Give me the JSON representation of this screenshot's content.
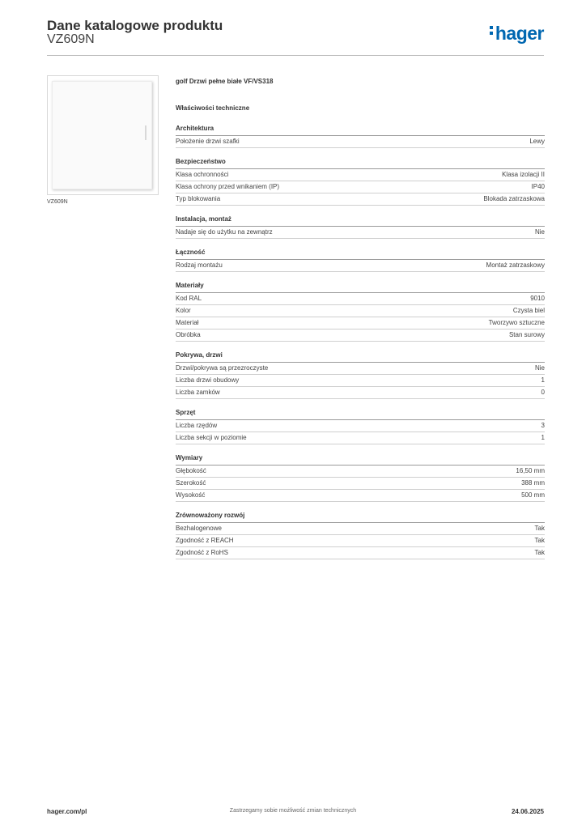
{
  "header": {
    "title": "Dane katalogowe produktu",
    "subtitle": "VZ609N",
    "logo_text": "hager",
    "logo_color": "#0067b1"
  },
  "product_image": {
    "caption": "VZ609N"
  },
  "product": {
    "title": "golf Drzwi pełne białe VF/VS318"
  },
  "properties_title": "Właściwości techniczne",
  "sections": [
    {
      "title": "Architektura",
      "rows": [
        {
          "label": "Położenie drzwi szafki",
          "value": "Lewy"
        }
      ]
    },
    {
      "title": "Bezpieczeństwo",
      "rows": [
        {
          "label": "Klasa ochronności",
          "value": "Klasa izolacji II"
        },
        {
          "label": "Klasa ochrony przed wnikaniem (IP)",
          "value": "IP40"
        },
        {
          "label": "Typ blokowania",
          "value": "Blokada zatrzaskowa"
        }
      ]
    },
    {
      "title": "Instalacja, montaż",
      "rows": [
        {
          "label": "Nadaje się do użytku na zewnątrz",
          "value": "Nie"
        }
      ]
    },
    {
      "title": "Łączność",
      "rows": [
        {
          "label": "Rodzaj montażu",
          "value": "Montaż zatrzaskowy"
        }
      ]
    },
    {
      "title": "Materiały",
      "rows": [
        {
          "label": "Kod RAL",
          "value": "9010"
        },
        {
          "label": "Kolor",
          "value": "Czysta biel"
        },
        {
          "label": "Materiał",
          "value": "Tworzywo sztuczne"
        },
        {
          "label": "Obróbka",
          "value": "Stan surowy"
        }
      ]
    },
    {
      "title": "Pokrywa, drzwi",
      "rows": [
        {
          "label": "Drzwi/pokrywa są przezroczyste",
          "value": "Nie"
        },
        {
          "label": "Liczba drzwi obudowy",
          "value": "1"
        },
        {
          "label": "Liczba zamków",
          "value": "0"
        }
      ]
    },
    {
      "title": "Sprzęt",
      "rows": [
        {
          "label": "Liczba rzędów",
          "value": "3"
        },
        {
          "label": "Liczba sekcji w poziomie",
          "value": "1"
        }
      ]
    },
    {
      "title": "Wymiary",
      "rows": [
        {
          "label": "Głębokość",
          "value": "16,50 mm"
        },
        {
          "label": "Szerokość",
          "value": "388 mm"
        },
        {
          "label": "Wysokość",
          "value": "500 mm"
        }
      ]
    },
    {
      "title": "Zrównoważony rozwój",
      "rows": [
        {
          "label": "Bezhalogenowe",
          "value": "Tak"
        },
        {
          "label": "Zgodność z REACH",
          "value": "Tak"
        },
        {
          "label": "Zgodność z RoHS",
          "value": "Tak"
        }
      ]
    }
  ],
  "footer": {
    "website": "hager.com/pl",
    "disclaimer": "Zastrzegamy sobie możliwość zmian technicznych",
    "date": "24.06.2025"
  }
}
